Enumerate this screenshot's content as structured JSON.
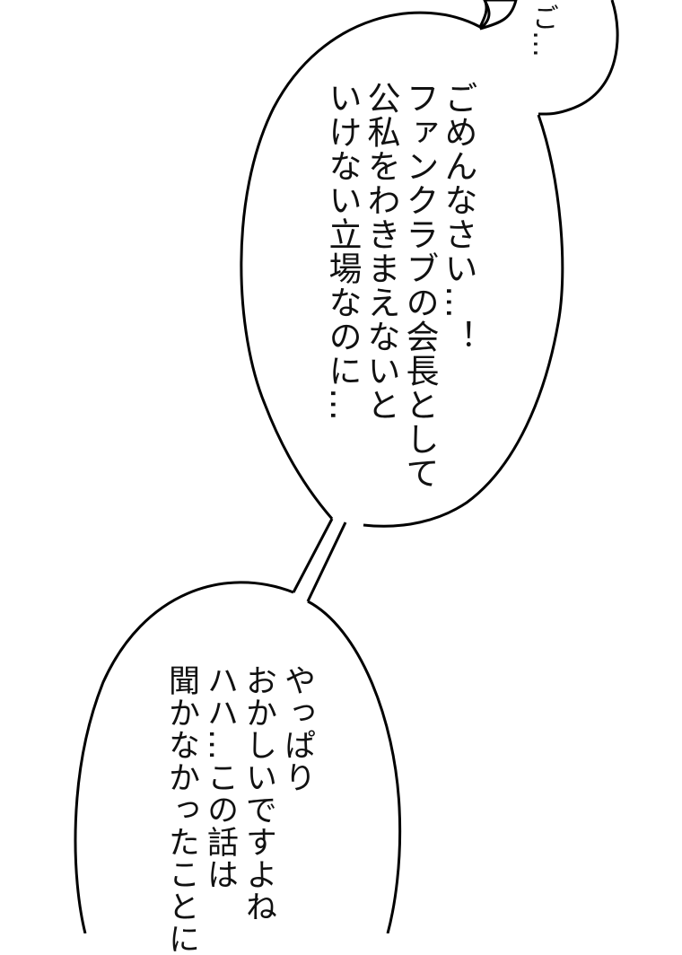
{
  "page": {
    "type": "manga-speech-panel",
    "background": "#ffffff",
    "stroke_color": "#000000"
  },
  "bubbles": [
    {
      "id": "top-right-partial",
      "lines": [
        "ご…"
      ]
    },
    {
      "id": "apology-bubble",
      "lines": [
        "ごめんなさい…！",
        "ファンクラブの会長として",
        "公私をわきまえないと",
        "いけない立場なのに…"
      ]
    },
    {
      "id": "retract-bubble",
      "lines": [
        "やっぱり",
        "おかしいですよね",
        "ハハ…この話は",
        "聞かなかったことに"
      ]
    }
  ]
}
